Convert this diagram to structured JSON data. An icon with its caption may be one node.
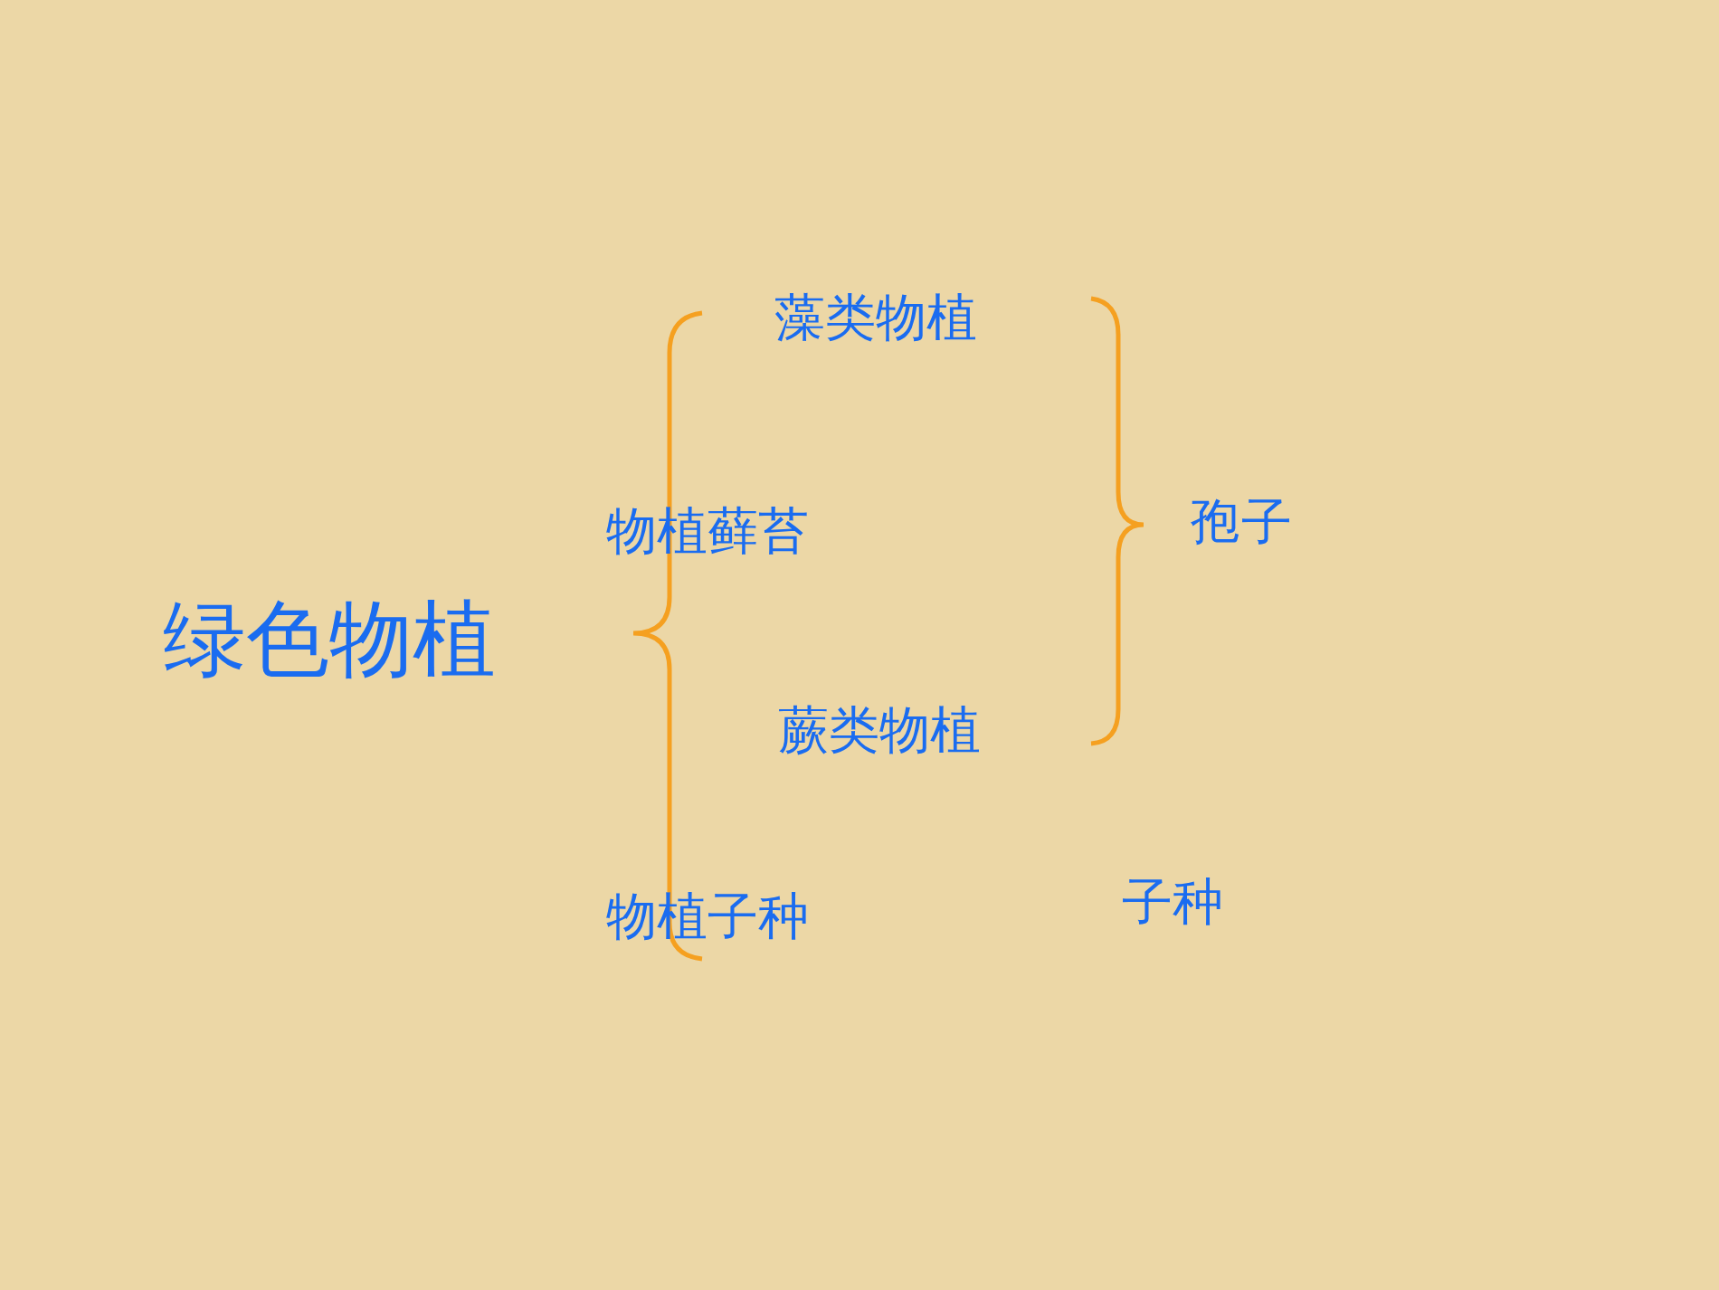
{
  "diagram": {
    "labels": [
      "绿色物植",
      "藻类物植",
      "物植藓苔",
      "孢子",
      "蕨类物植",
      "物植子种",
      "子种"
    ]
  }
}
